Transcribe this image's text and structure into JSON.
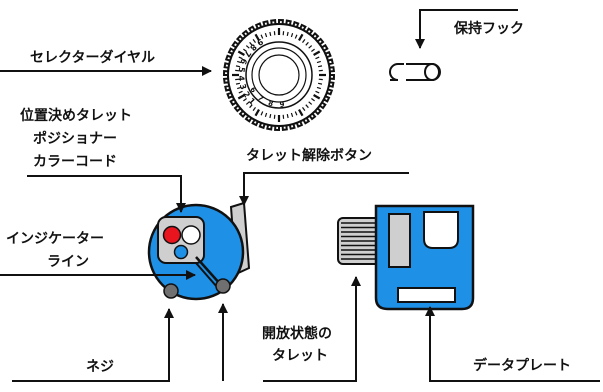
{
  "labels": {
    "selector_dial": "セレクターダイヤル",
    "holding_hook": "保持フック",
    "position_line1": "位置決めタレット",
    "position_line2": "ポジショナー",
    "position_line3": "カラーコード",
    "release_button": "タレット解除ボタン",
    "indicator_line1": "インジケーター",
    "indicator_line2": "ライン",
    "screw": "ネジ",
    "open_line1": "開放状態の",
    "open_line2": "タレット",
    "data_plate": "データプレート"
  },
  "dial_numbers": {
    "outer": [
      "9",
      "8",
      "7",
      "6",
      "5",
      "4",
      "3",
      "2",
      "1"
    ],
    "inner": [
      "6",
      "7",
      "8",
      "9"
    ]
  },
  "colors": {
    "turret_blue": "#1e90e6",
    "position_red": "#e8141e",
    "ink": "#111111",
    "paper": "#ffffff",
    "screw_gray": "#707070",
    "panel_gray": "#cfcfcf"
  }
}
